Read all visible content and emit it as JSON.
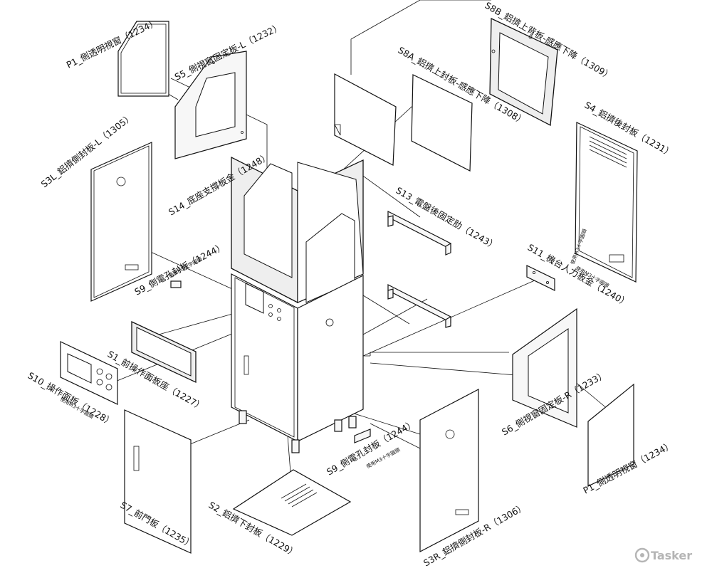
{
  "labels": {
    "p1_top": "P1_側透明視窗（1234）",
    "s5": "S5_側視窗固定板-L（1232）",
    "s3l": "S3L_鋁擠側封板-L（1305）",
    "s14": "S14_底座支撐板金（1248）",
    "s8b": "S8B_鋁擠上背板-感應下降（1309）",
    "s8a": "S8A_鋁擠上封板-感應下降（1308）",
    "s4": "S4_鋁擠後封板（1231）",
    "s13": "S13_電盤後固定肋（1243）",
    "s11": "S11_機台人力板金（1240）",
    "s9_left": "S9_側電孔封板（1244）",
    "s1": "S1_前操作面板座（1227）",
    "s10": "S10_操作面板（1228）",
    "s6": "S6_側視窗固定板-R（1233）",
    "s9_right": "S9_側電孔封板（1244）",
    "p1_bottom": "P1_側透明視窗（1234）",
    "s7": "S7_前門板（1235）",
    "s2": "S2_鋁擠下封板（1229）",
    "s3r": "S3R_鋁擠側封板-R（1306）"
  },
  "notes": {
    "m3_a": "使用M3十字圓頭",
    "m3_b": "使用M3十字圓頭",
    "m3_c": "使用M3十字圓頭",
    "m3_d": "使用M3十字圓頭",
    "m3_e": "使用M3十字圓頭"
  },
  "watermark": {
    "icon": "gear-icon",
    "text": "Tasker"
  }
}
